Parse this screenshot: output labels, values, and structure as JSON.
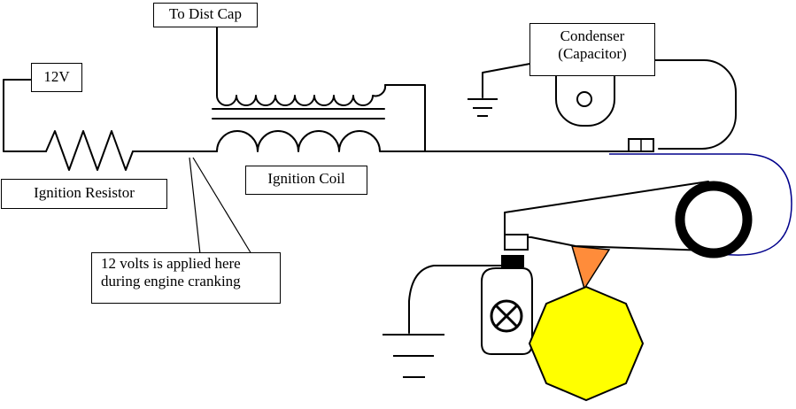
{
  "labels": {
    "v12": "12V",
    "dist_cap": "To Dist Cap",
    "condenser_line1": "Condenser",
    "condenser_line2": "(Capacitor)",
    "resistor": "Ignition Resistor",
    "coil": "Ignition Coil",
    "note_line1": "12 volts is applied here",
    "note_line2": "during engine cranking"
  },
  "colors": {
    "wire": "#000000",
    "cam": "#ffff00",
    "rubbing_block": "#ff8c3a",
    "spring": "#00008b"
  }
}
